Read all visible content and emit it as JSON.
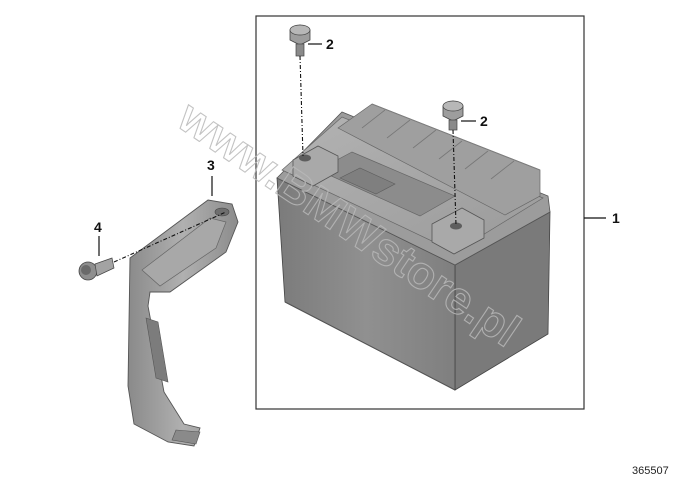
{
  "callouts": {
    "battery": "1",
    "screw_left": "2",
    "screw_right": "2",
    "bracket": "3",
    "bolt": "4"
  },
  "watermark": "www.BMWstore.pl",
  "diagram_number": "365507",
  "colors": {
    "frame": "#333333",
    "battery_body": "#8d8d8d",
    "battery_top": "#a6a6a6",
    "bracket": "#9a9a9a"
  }
}
